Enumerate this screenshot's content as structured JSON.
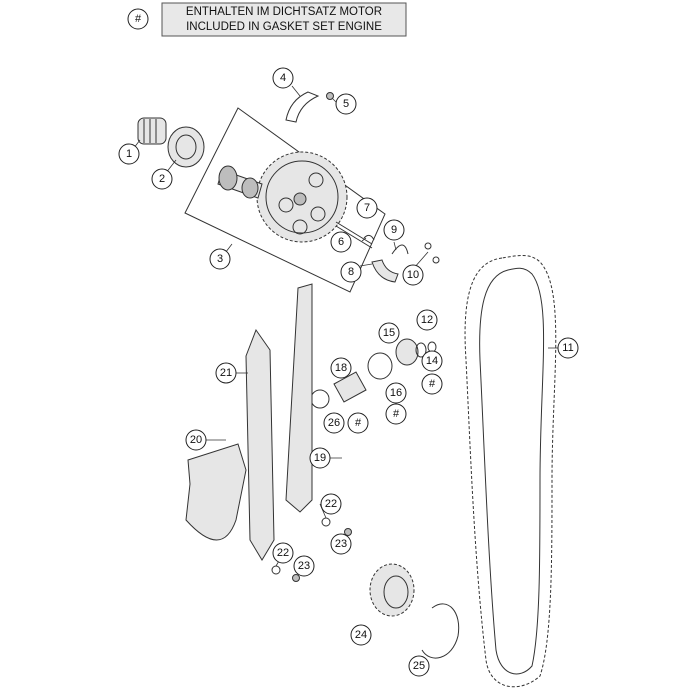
{
  "legend": {
    "symbol": "#",
    "line1": "ENTHALTEN IM DICHTSATZ MOTOR",
    "line2": "INCLUDED IN GASKET SET ENGINE"
  },
  "callouts": [
    "1",
    "2",
    "3",
    "4",
    "5",
    "6",
    "7",
    "8",
    "9",
    "10",
    "11",
    "12",
    "14",
    "15",
    "16",
    "18",
    "19",
    "20",
    "21",
    "22",
    "22",
    "23",
    "23",
    "24",
    "25",
    "26",
    "#",
    "#",
    "#"
  ],
  "colors": {
    "line": "#333333",
    "legend_fill": "#e8e8e8",
    "part_fill": "#e6e6e6"
  }
}
